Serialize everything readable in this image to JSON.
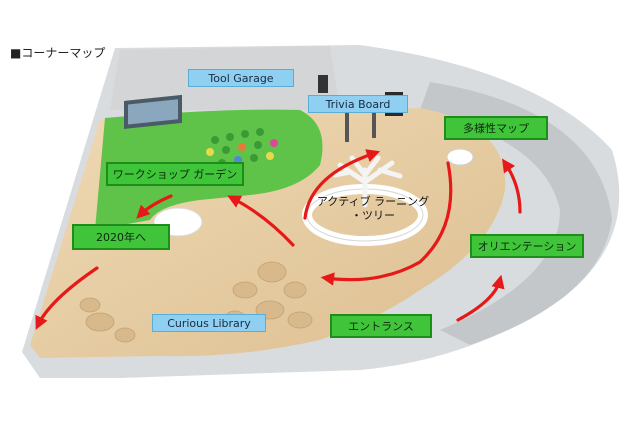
{
  "header": {
    "title": "■コーナーマップ"
  },
  "labels": {
    "tool_garage": "Tool Garage",
    "trivia_board": "Trivia Board",
    "curious_library": "Curious Library",
    "diversity_map": "多様性マップ",
    "workshop_garden": "ワークショップ ガーデン",
    "year_2020": "2020年へ",
    "active_tree_line1": "アクティブ ラーニング",
    "active_tree_line2": "・ツリー",
    "orientation": "オリエンテーション",
    "entrance": "エントランス"
  },
  "colors": {
    "label_blue": "#8fd0f2",
    "label_green": "#3fc43a",
    "arrow_red": "#e61919",
    "floor_wood": "#e9cfa6",
    "lawn_green": "#5fc34a",
    "wall_gray": "#cfd2d4"
  },
  "icons": {
    "route_arrow": "red-arrow-icon"
  }
}
